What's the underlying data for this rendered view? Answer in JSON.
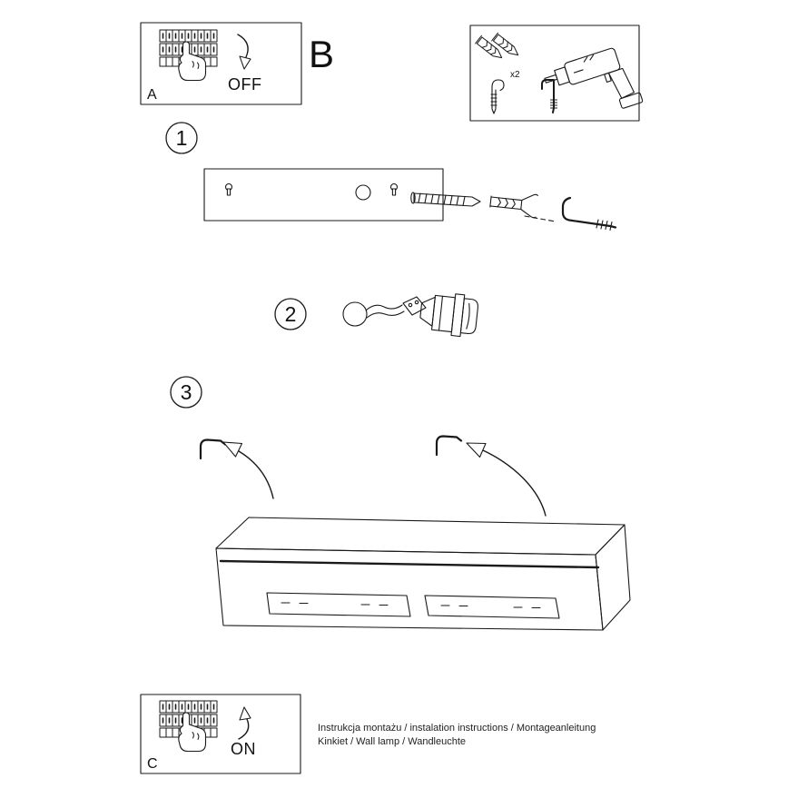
{
  "page": {
    "background": "#ffffff",
    "line_color": "#1a1a1a"
  },
  "power_off_panel": {
    "label": "A",
    "state": "OFF"
  },
  "power_on_panel": {
    "label": "C",
    "state": "ON"
  },
  "section_label": "B",
  "tools_panel": {
    "anchor_count": "x2"
  },
  "steps": [
    {
      "number": "1"
    },
    {
      "number": "2"
    },
    {
      "number": "3"
    }
  ],
  "footer": {
    "line1": "Instrukcja montażu / instalation instructions / Montageanleitung",
    "line2": "Kinkiet / Wall lamp / Wandleuchte"
  }
}
